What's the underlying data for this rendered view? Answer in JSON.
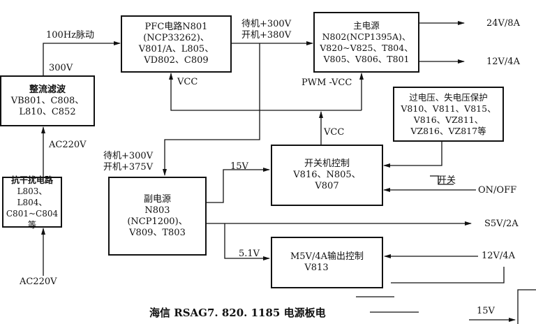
{
  "blocks": {
    "rectifier": {
      "lines": [
        "整流滤波",
        "VB801、C808、",
        "L810、C852"
      ]
    },
    "emi": {
      "lines": [
        "抗干扰电路",
        "L803、L804、",
        "C801~C804等"
      ]
    },
    "pfc": {
      "lines": [
        "PFC电路N801",
        "(NCP33262)、",
        "V801/A、L805、",
        "VD802、C809"
      ]
    },
    "main_psu": {
      "lines": [
        "主电源",
        "N802(NCP1395A)、",
        "V820~V825、T804、",
        "V805、V806、T801"
      ]
    },
    "protection": {
      "lines": [
        "过电压、失电压保护",
        "V810、V811、V815、",
        "V816、VZ811、",
        "VZ816、VZ817等"
      ]
    },
    "power_control": {
      "lines": [
        "开关机控制",
        "V816、N805、",
        "V807"
      ]
    },
    "aux_psu": {
      "lines": [
        "副电源",
        "N803",
        "(NCP1200)、",
        "V809、T803"
      ]
    },
    "m5v_control": {
      "lines": [
        "M5V/4A输出控制",
        "V813"
      ]
    }
  },
  "labels": {
    "pulse_100hz": "100Hz脉动",
    "v300": "300V",
    "ac220_mid": "AC220V",
    "ac220_in": "AC220V",
    "pfc_out_standby": "待机+300V",
    "pfc_out_on": "开机+380V",
    "aux_in_standby": "待机+300V",
    "aux_in_on": "开机+375V",
    "vcc_pfc": "VCC",
    "pwm_vcc": "PWM -VCC",
    "vcc_ctrl": "VCC",
    "out_24v": "24V/8A",
    "out_12v": "12V/4A",
    "v15": "15V",
    "switch": "开关",
    "on_off": "ON/OFF",
    "s5v": "S5V/2A",
    "v5_1": "5.1V",
    "in_12v": "12V/4A",
    "v15_bottom": "15V"
  },
  "caption": "海信 RSAG7. 820. 1185 电源板电"
}
